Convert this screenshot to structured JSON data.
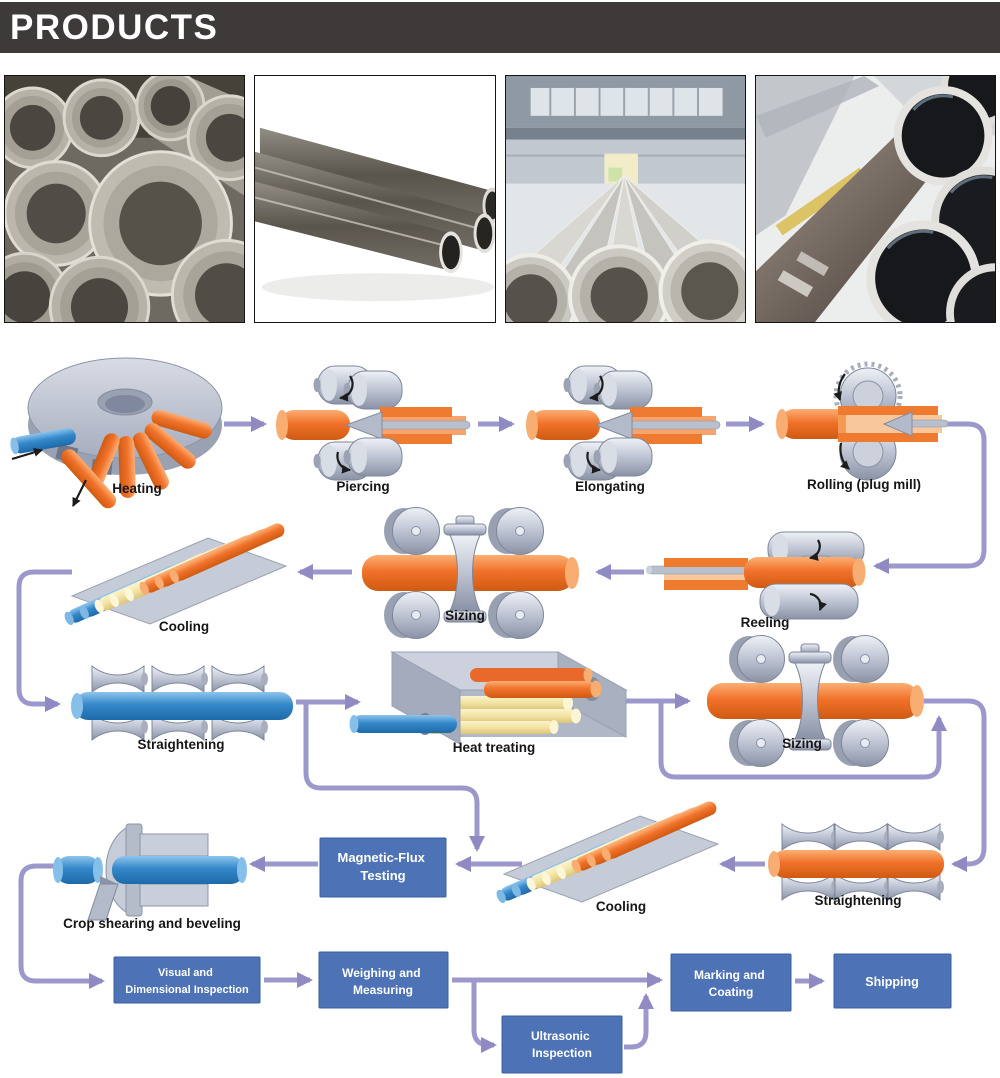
{
  "header": {
    "title": "PRODUCTS"
  },
  "gallery": {
    "images": [
      {
        "name": "stacked-pipe-ends-photo"
      },
      {
        "name": "seamless-pipes-photo"
      },
      {
        "name": "pipe-warehouse-photo"
      },
      {
        "name": "bundled-pipe-ends-photo"
      }
    ]
  },
  "flowchart": {
    "stations": {
      "heating": {
        "label": "Heating"
      },
      "piercing": {
        "label": "Piercing"
      },
      "elongating": {
        "label": "Elongating"
      },
      "rolling": {
        "label": "Rolling (plug mill)"
      },
      "cooling1": {
        "label": "Cooling"
      },
      "sizing1": {
        "label": "Sizing"
      },
      "reeling": {
        "label": "Reeling"
      },
      "straightening1": {
        "label": "Straightening"
      },
      "heat_treating": {
        "label": "Heat treating"
      },
      "sizing2": {
        "label": "Sizing"
      },
      "cooling2": {
        "label": "Cooling"
      },
      "straightening2": {
        "label": "Straightening"
      },
      "crop_shearing": {
        "label": "Crop shearing and beveling"
      }
    },
    "boxes": {
      "magnetic_flux": {
        "line1": "Magnetic-Flux",
        "line2": "Testing"
      },
      "visual": {
        "line1": "Visual and",
        "line2": "Dimensional Inspection"
      },
      "weighing": {
        "line1": "Weighing and",
        "line2": "Measuring"
      },
      "ultrasonic": {
        "line1": "Ultrasonic",
        "line2": "Inspection"
      },
      "marking": {
        "line1": "Marking and",
        "line2": "Coating"
      },
      "shipping": {
        "line1": "Shipping"
      }
    },
    "colors": {
      "process_box": "#4d72b5",
      "connector": "#9c98cb",
      "hot_pipe": "#f1722a",
      "cold_pipe": "#3488c9",
      "warm_pipe": "#f2e3a2",
      "machine": "#c2c8d6",
      "header_bar": "#3e3a3a"
    }
  }
}
